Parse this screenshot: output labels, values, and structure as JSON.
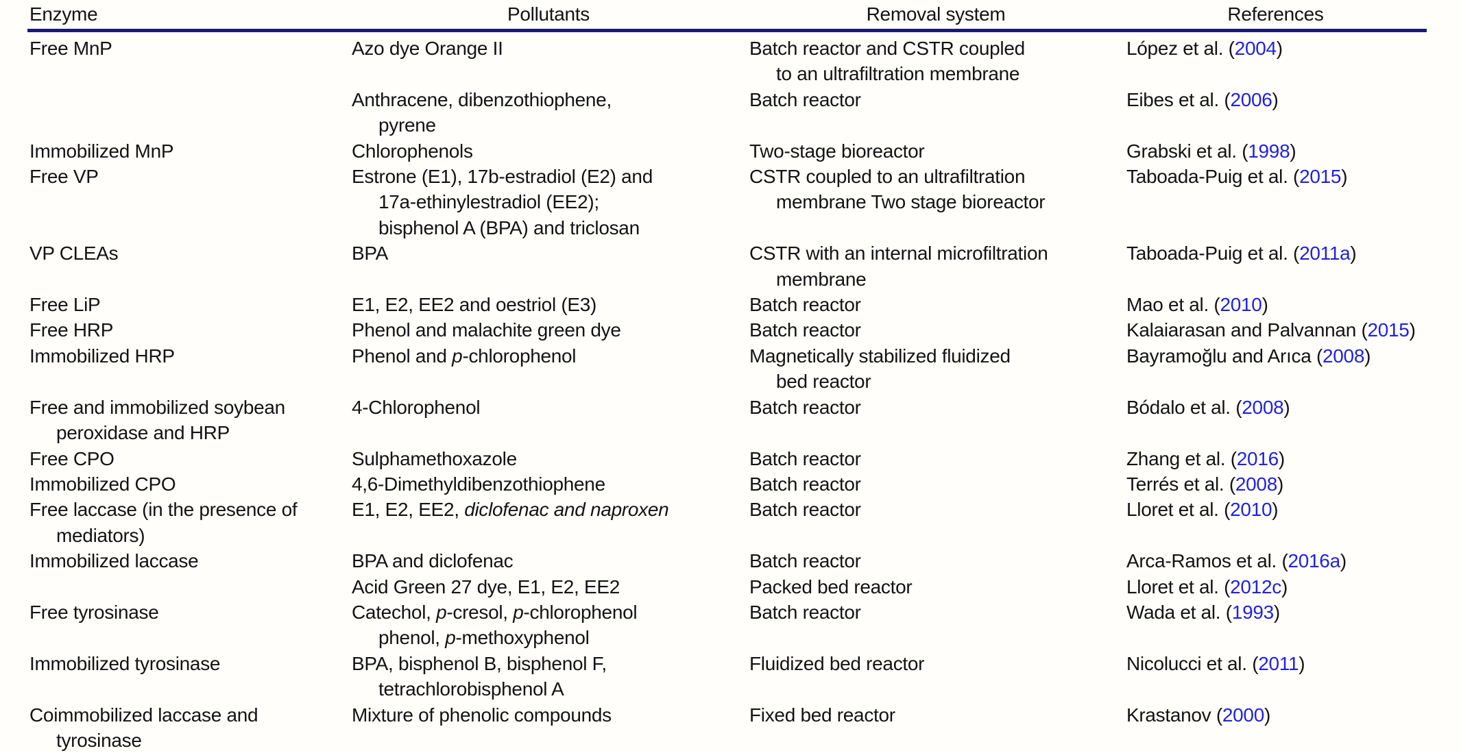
{
  "colors": {
    "text": "#131313",
    "link_blue": "#2022dd",
    "header_rule_navy": "#1a1a72",
    "background": "#fffefa"
  },
  "table": {
    "columns": [
      {
        "label": "Enzyme",
        "align": "left"
      },
      {
        "label": "Pollutants",
        "align": "center"
      },
      {
        "label": "Removal system",
        "align": "center"
      },
      {
        "label": "References",
        "align": "center"
      }
    ],
    "rows": [
      {
        "enzyme": "Free MnP",
        "pollutants": "Azo dye Orange II",
        "removal": "Batch reactor and CSTR coupled\nto an ultrafiltration membrane",
        "reference": "López et al. ([2004])"
      },
      {
        "enzyme": "",
        "pollutants": "Anthracene, dibenzothiophene,\npyrene",
        "removal": "Batch reactor",
        "reference": "Eibes et al. ([2006])"
      },
      {
        "enzyme": "Immobilized MnP",
        "pollutants": "Chlorophenols",
        "removal": "Two-stage bioreactor",
        "reference": "Grabski et al. ([1998])"
      },
      {
        "enzyme": "Free VP",
        "pollutants": "Estrone (E1), 17b-estradiol (E2) and\n17a-ethinylestradiol (EE2);\nbisphenol A (BPA) and triclosan",
        "removal": "CSTR coupled to an ultrafiltration\nmembrane Two stage bioreactor",
        "reference": "Taboada-Puig et al. ([2015])"
      },
      {
        "enzyme": "VP CLEAs",
        "pollutants": "BPA",
        "removal": "CSTR with an internal microfiltration\nmembrane",
        "reference": "Taboada-Puig et al. ([2011a])"
      },
      {
        "enzyme": "Free LiP",
        "pollutants": "E1, E2, EE2 and oestriol (E3)",
        "removal": "Batch reactor",
        "reference": "Mao et al. ([2010])"
      },
      {
        "enzyme": "Free HRP",
        "pollutants": "Phenol and malachite green dye",
        "removal": "Batch reactor",
        "reference": "Kalaiarasan and Palvannan ([2015])"
      },
      {
        "enzyme": "Immobilized HRP",
        "pollutants": "Phenol and *p*-chlorophenol",
        "removal": "Magnetically stabilized fluidized\nbed reactor",
        "reference": "Bayramoğlu and Arıca ([2008])"
      },
      {
        "enzyme": "Free and immobilized soybean\nperoxidase and HRP",
        "pollutants": "4-Chlorophenol",
        "removal": "Batch reactor",
        "reference": "Bódalo et al. ([2008])"
      },
      {
        "enzyme": "Free CPO",
        "pollutants": "Sulphamethoxazole",
        "removal": "Batch reactor",
        "reference": "Zhang et al. ([2016])"
      },
      {
        "enzyme": "Immobilized CPO",
        "pollutants": "4,6-Dimethyldibenzothiophene",
        "removal": "Batch reactor",
        "reference": "Terrés et al. ([2008])"
      },
      {
        "enzyme": "Free laccase (in the presence of\nmediators)",
        "pollutants": "E1, E2, EE2, *diclofenac and naproxen*",
        "removal": "Batch reactor",
        "reference": "Lloret et al. ([2010])"
      },
      {
        "enzyme": "Immobilized laccase",
        "pollutants": "BPA and diclofenac",
        "removal": "Batch reactor",
        "reference": "Arca-Ramos et al. ([2016a])"
      },
      {
        "enzyme": "",
        "pollutants": "Acid Green 27 dye, E1, E2, EE2",
        "removal": "Packed bed reactor",
        "reference": "Lloret et al. ([2012c])"
      },
      {
        "enzyme": "Free tyrosinase",
        "pollutants": "Catechol, *p*-cresol, *p*-chlorophenol\nphenol, *p*-methoxyphenol",
        "removal": "Batch reactor",
        "reference": "Wada et al. ([1993])"
      },
      {
        "enzyme": "Immobilized tyrosinase",
        "pollutants": "BPA, bisphenol B, bisphenol F,\ntetrachlorobisphenol A",
        "removal": "Fluidized bed reactor",
        "reference": "Nicolucci et al. ([2011])"
      },
      {
        "enzyme": "Coimmobilized laccase and\ntyrosinase",
        "pollutants": "Mixture of phenolic compounds",
        "removal": "Fixed bed reactor",
        "reference": "Krastanov ([2000])"
      }
    ]
  }
}
